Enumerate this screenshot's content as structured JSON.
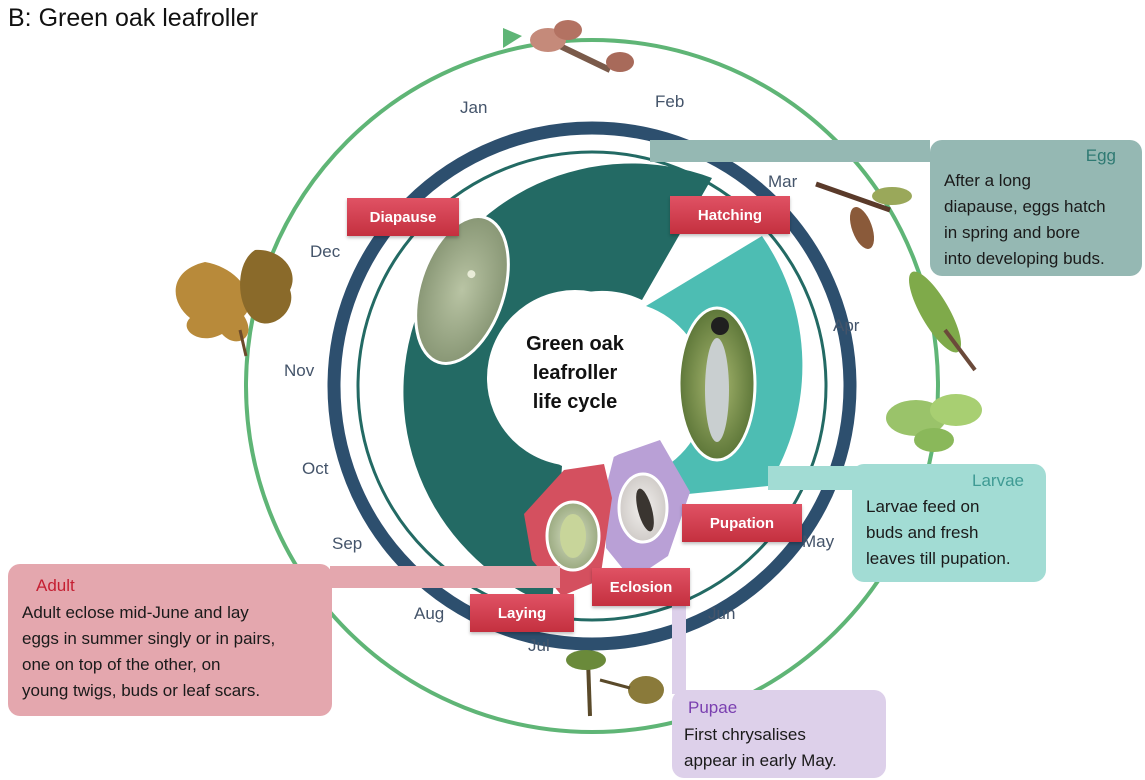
{
  "panel_title": "B: Green oak leafroller",
  "center_title": [
    "Green oak",
    "leafroller",
    "life cycle"
  ],
  "months": [
    "Jan",
    "Feb",
    "Mar",
    "Apr",
    "May",
    "Jun",
    "Jul",
    "Aug",
    "Sep",
    "Oct",
    "Nov",
    "Dec"
  ],
  "stages": {
    "diapause": "Diapause",
    "hatching": "Hatching",
    "pupation": "Pupation",
    "eclosion": "Eclosion",
    "laying": "Laying"
  },
  "boxes": {
    "egg": {
      "title": "Egg",
      "lines": [
        "After a long",
        "diapause, eggs hatch",
        "in spring and bore",
        "into developing buds."
      ]
    },
    "larvae": {
      "title": "Larvae",
      "lines": [
        "Larvae feed on",
        "buds and fresh",
        "leaves till pupation."
      ]
    },
    "adult": {
      "title": "Adult",
      "lines": [
        "Adult eclose mid-June and lay",
        "eggs in summer singly or in pairs,",
        "one on top of the other, on",
        "young twigs, buds or leaf scars."
      ]
    },
    "pupae": {
      "title": "Pupae",
      "lines": [
        "First chrysalises",
        "appear in early May."
      ]
    }
  },
  "colors": {
    "diapause": "#236a64",
    "larvae": "#4dbdb3",
    "pupae": "#b9a0d6",
    "adult": "#d4505f",
    "outer_ring": "#2d4f6e",
    "cycle_arrow": "#5fb576",
    "egg_box": "#95b8b3",
    "egg_title": "#2f7a73",
    "larvae_box": "#a2dcd4",
    "larvae_title": "#3f9b94",
    "adult_box": "#e4a7ae",
    "adult_title": "#c51f32",
    "pupae_box": "#ddd0ea",
    "pupae_title": "#7a3fb0"
  }
}
